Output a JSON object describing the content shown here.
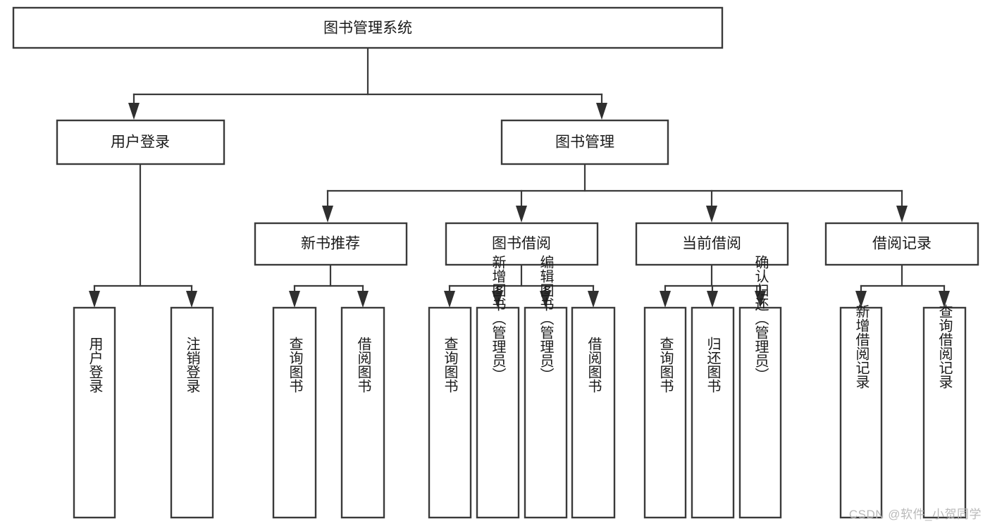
{
  "diagram": {
    "title": "图书管理系统",
    "type": "tree-hierarchy",
    "watermark": "CSDN @软件_小贺同学",
    "levels": {
      "root": {
        "label": "图书管理系统"
      },
      "level2": [
        {
          "label": "用户登录"
        },
        {
          "label": "图书管理"
        }
      ],
      "level3": [
        {
          "label": "新书推荐"
        },
        {
          "label": "图书借阅"
        },
        {
          "label": "当前借阅"
        },
        {
          "label": "借阅记录"
        }
      ],
      "leaves": [
        {
          "label": "用户登录",
          "parent": "用户登录"
        },
        {
          "label": "注销登录",
          "parent": "用户登录"
        },
        {
          "label": "查询图书",
          "parent": "新书推荐"
        },
        {
          "label": "借阅图书",
          "parent": "新书推荐"
        },
        {
          "label": "查询图书",
          "parent": "图书借阅"
        },
        {
          "label": "新增图书（管理员）",
          "parent": "图书借阅"
        },
        {
          "label": "编辑图书（管理员）",
          "parent": "图书借阅"
        },
        {
          "label": "借阅图书",
          "parent": "图书借阅"
        },
        {
          "label": "查询图书",
          "parent": "当前借阅"
        },
        {
          "label": "归还图书",
          "parent": "当前借阅"
        },
        {
          "label": "确认归还（管理员）",
          "parent": "当前借阅"
        },
        {
          "label": "新增借阅记录",
          "parent": "借阅记录"
        },
        {
          "label": "查询借阅记录",
          "parent": "借阅记录"
        }
      ]
    },
    "colors": {
      "background": "#ffffff",
      "box_fill": "#ffffff",
      "box_stroke": "#3a3a3a",
      "text": "#1a1a1a",
      "watermark": "#b9b9b9"
    }
  }
}
